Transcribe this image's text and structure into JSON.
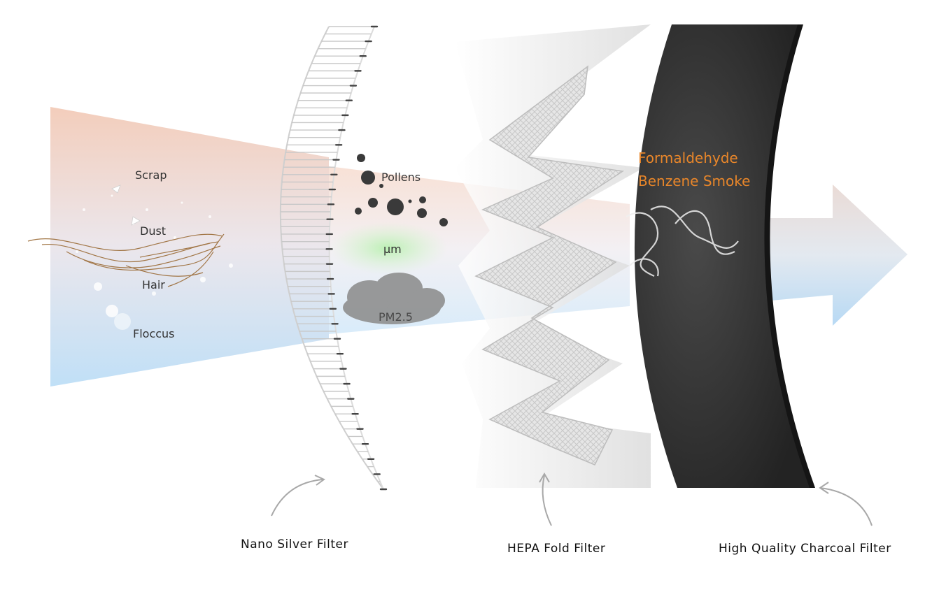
{
  "pollutants": {
    "scrap": "Scrap",
    "dust": "Dust",
    "hair": "Hair",
    "floccus": "Floccus"
  },
  "particles": {
    "pollens": "Pollens",
    "um": "μm",
    "pm25": "PM2.5"
  },
  "gases": {
    "formaldehyde": "Formaldehyde",
    "benzene_smoke": "Benzene Smoke"
  },
  "filters": {
    "nano_silver": "Nano Silver Filter",
    "hepa": "HEPA Fold Filter",
    "charcoal": "High Quality Charcoal Filter"
  },
  "colors": {
    "gas_text": "#e8862a",
    "airflow_warm": "#f2c8b4",
    "airflow_cool": "#b9dcf6",
    "charcoal": "#2e2e2e",
    "arrow_stroke": "#a8a8a8"
  }
}
